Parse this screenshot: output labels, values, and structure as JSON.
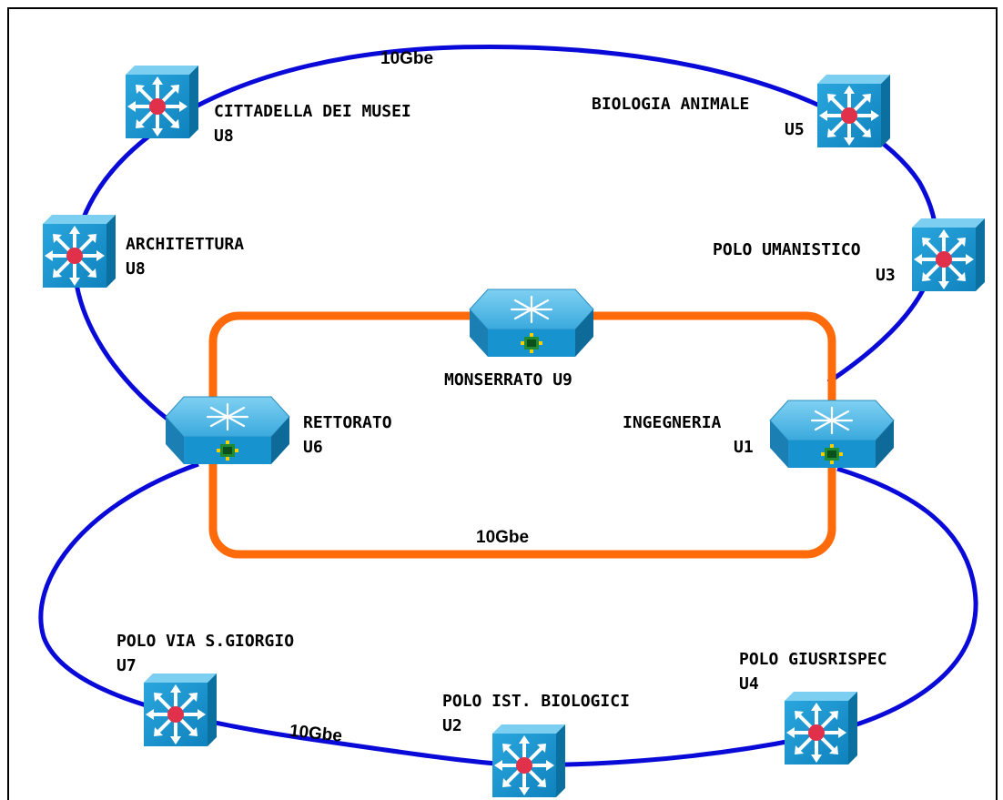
{
  "diagram": {
    "outer_ring_color": "#0a0ad8",
    "inner_ring_color": "#ff6a0a",
    "speed_labels": {
      "top": "10Gbe",
      "inner": "10Gbe",
      "bottom": "10Gbe"
    },
    "switches": [
      {
        "id": "cittadella",
        "line1": "CITTADELLA DEI MUSEI",
        "line2": "U8",
        "icon": "layer3-switch-icon"
      },
      {
        "id": "biologia",
        "line1": "BIOLOGIA ANIMALE",
        "line2": "U5",
        "icon": "layer3-switch-icon"
      },
      {
        "id": "architettura",
        "line1": "ARCHITETTURA",
        "line2": "U8",
        "icon": "layer3-switch-icon"
      },
      {
        "id": "umanistico",
        "line1": "POLO UMANISTICO",
        "line2": "U3",
        "icon": "layer3-switch-icon"
      },
      {
        "id": "viasgiorgio",
        "line1": "POLO VIA S.GIORGIO",
        "line2": "U7",
        "icon": "layer3-switch-icon"
      },
      {
        "id": "istbiologici",
        "line1": "POLO IST. BIOLOGICI",
        "line2": "U2",
        "icon": "layer3-switch-icon"
      },
      {
        "id": "giusrispec",
        "line1": "POLO GIUSRISPEC",
        "line2": "U4",
        "icon": "layer3-switch-icon"
      }
    ],
    "routers": [
      {
        "id": "monserrato",
        "line1": "MONSERRATO U9",
        "icon": "multilayer-router-icon"
      },
      {
        "id": "rettorato",
        "line1": "RETTORATO",
        "line2": "U6",
        "icon": "multilayer-router-icon"
      },
      {
        "id": "ingegneria",
        "line1": "INGEGNERIA",
        "line2": "U1",
        "icon": "multilayer-router-icon"
      }
    ]
  }
}
